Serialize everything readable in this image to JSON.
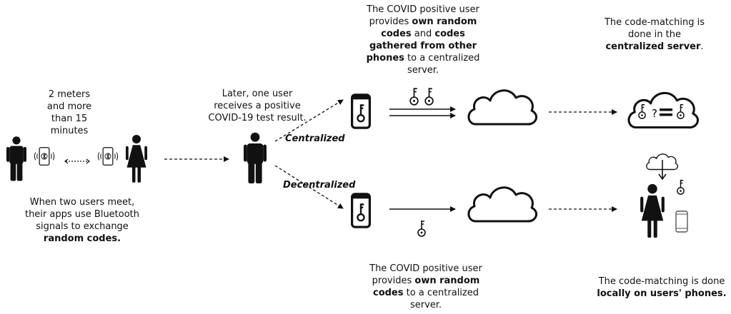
{
  "meet": {
    "distance_label": "2 meters and more than 15 minutes",
    "caption_line1": "When two users meet,",
    "caption_line2": "their apps use Bluetooth",
    "caption_line3": "signals to exchange",
    "caption_bold": "random codes."
  },
  "positive": {
    "caption": "Later, one user receives a positive COVID-19 test result."
  },
  "branches": {
    "centralized": "Centralized",
    "decentralized": "Decentralized"
  },
  "centralized_upload": {
    "t1": "The COVID positive user provides ",
    "b1": "own random codes",
    "t2": " and ",
    "b2": "codes gathered from other phones",
    "t3": " to a centralized server."
  },
  "centralized_match": {
    "t1": "The code-matching is done in the ",
    "b1": "centralized server",
    "t2": "."
  },
  "decentralized_upload": {
    "t1": "The COVID positive user provides ",
    "b1": "own random codes",
    "t2": " to a centralized server."
  },
  "decentralized_match": {
    "t1": "The code-matching is done",
    "b1": "locally on users' phones."
  },
  "icons": [
    "male-user-icon",
    "female-user-icon",
    "smartphone-bluetooth-icon",
    "cloud-icon",
    "key-icon",
    "phone-key-icon",
    "cloud-download-icon",
    "smartphone-icon",
    "equals-icon"
  ]
}
